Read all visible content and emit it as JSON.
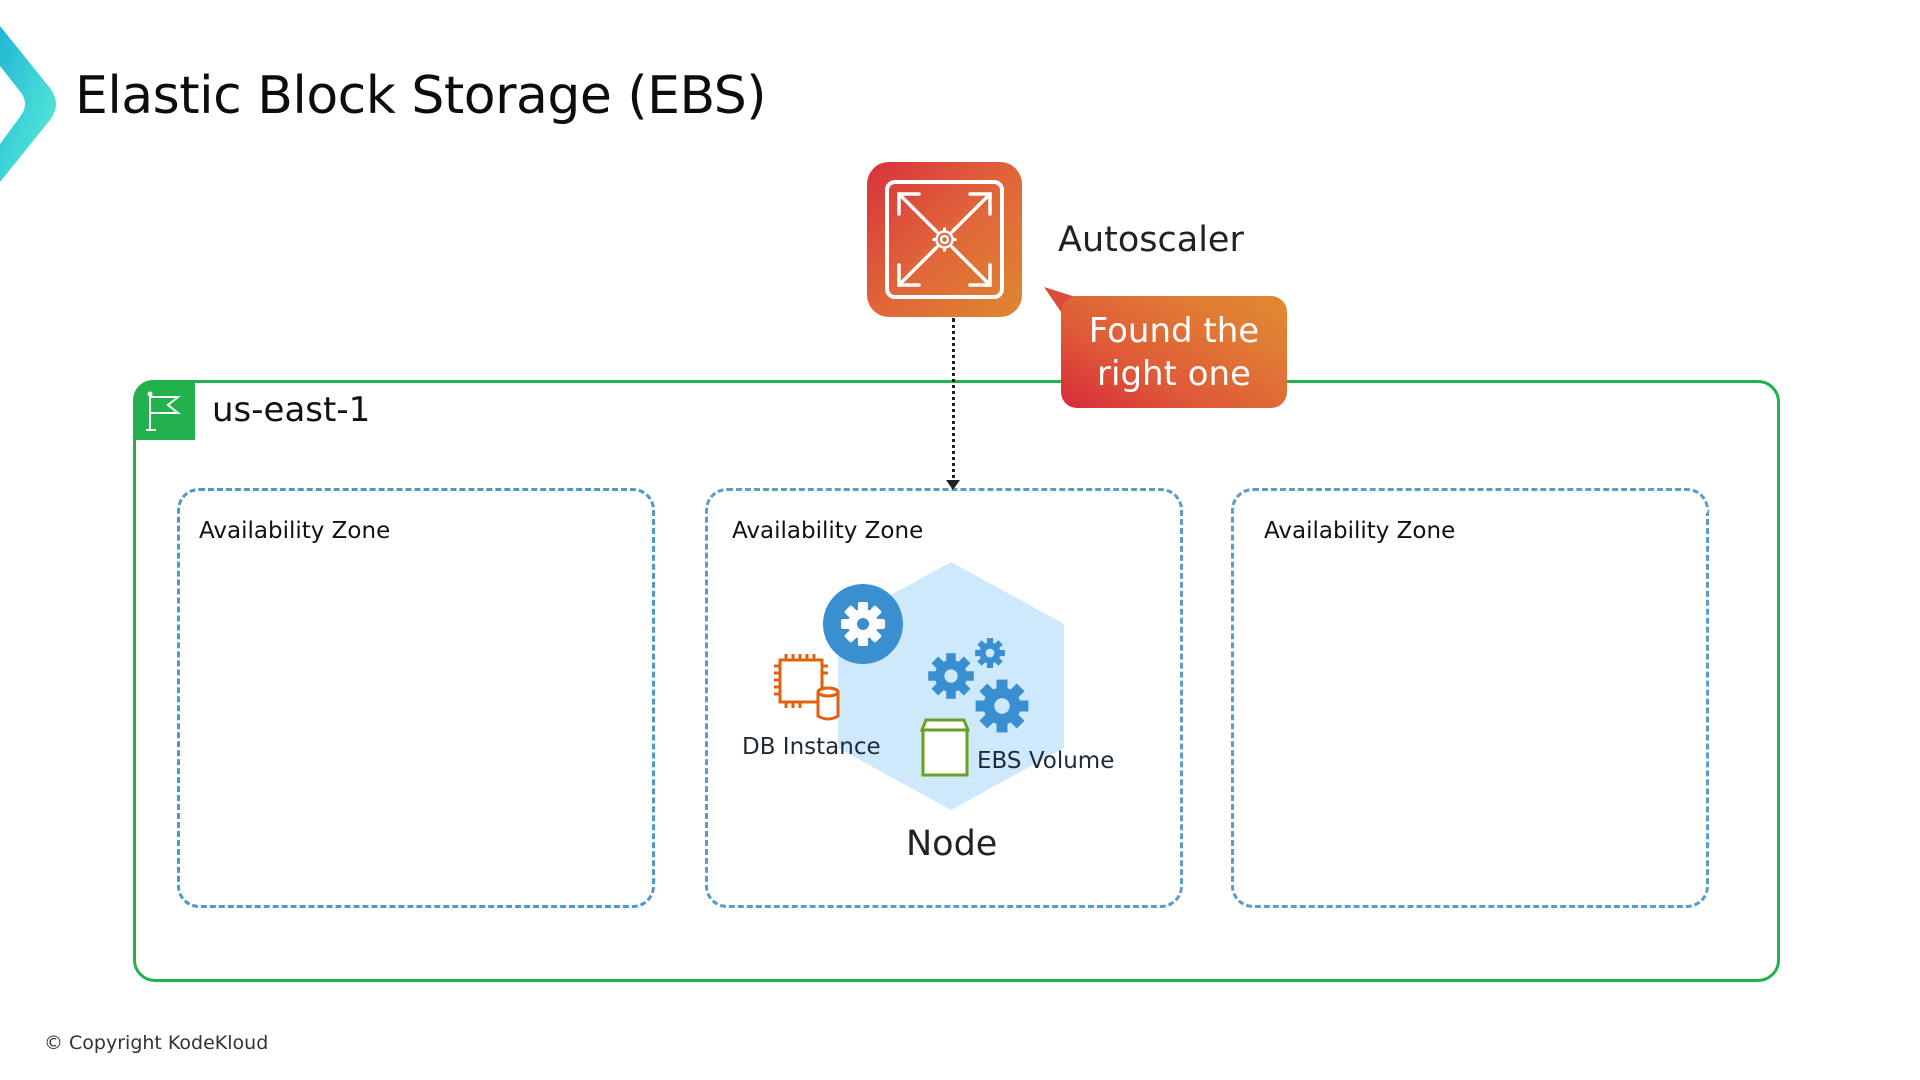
{
  "slide": {
    "title": "Elastic Block Storage (EBS)",
    "copyright": "© Copyright KodeKloud"
  },
  "autoscaler": {
    "label": "Autoscaler",
    "icon": "autoscaling-arrows-icon",
    "callout": {
      "line1": "Found the",
      "line2": "right one"
    }
  },
  "region": {
    "label": "us-east-1",
    "icon": "flag-icon"
  },
  "availability_zones": [
    {
      "label": "Availability Zone"
    },
    {
      "label": "Availability Zone"
    },
    {
      "label": "Availability Zone"
    }
  ],
  "node": {
    "label": "Node",
    "db_instance_label": "DB Instance",
    "ebs_volume_label": "EBS Volume"
  },
  "colors": {
    "region_border": "#23b14d",
    "az_border": "#5b9dc8",
    "autoscaler_gradient_start": "#d8323c",
    "autoscaler_gradient_end": "#e0862f",
    "hexagon_fill": "#cde9fb",
    "gear_blue": "#3a8fd0",
    "db_orange": "#e0620f",
    "ebs_green": "#6aa022",
    "chevron_start": "#1fb7d6",
    "chevron_end": "#5ef0d6"
  }
}
